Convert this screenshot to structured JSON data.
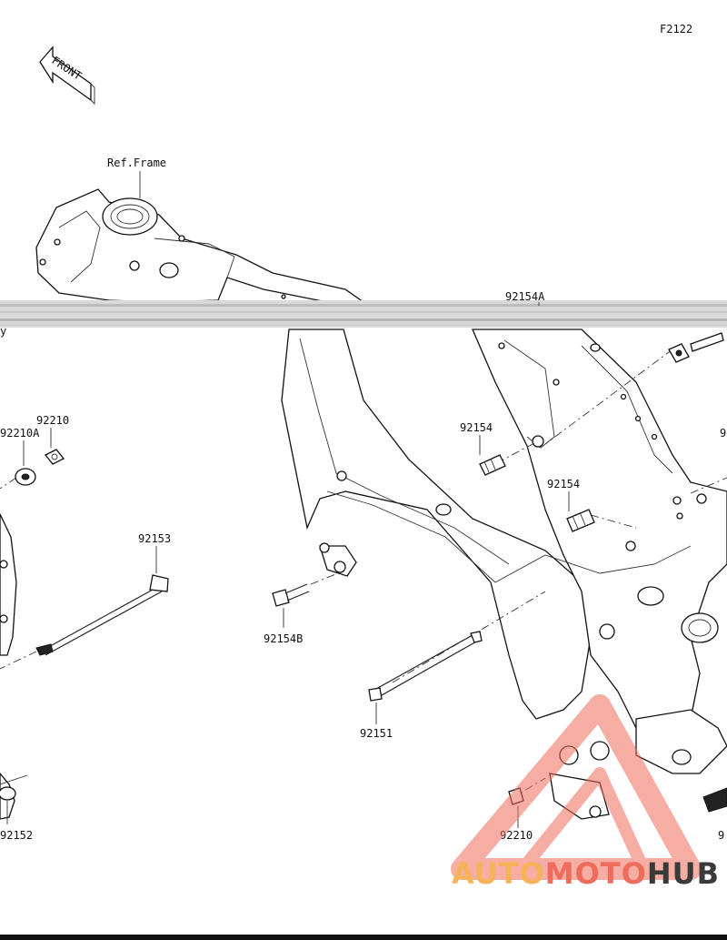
{
  "diagram": {
    "code": "F2122",
    "front_label": "FRONT",
    "ref_label": "Ref.Frame",
    "labels": {
      "p92154A": "92154A",
      "p92154_1": "92154",
      "p92154_2": "92154",
      "p92154B": "92154B",
      "p92210": "92210",
      "p92210A": "92210A",
      "p92210_bottom": "92210",
      "p92153": "92153",
      "p92151": "92151",
      "p92152": "92152",
      "edge_top_right": "9",
      "edge_bottom_right": "9",
      "edge_left": "y"
    }
  },
  "watermark": {
    "part1": "AUTO",
    "part2": "MOTO",
    "part3": "HUB",
    "colors": {
      "auto": "#f6b35a",
      "moto": "#ef6b5b",
      "hub": "#3a3a3a",
      "triangle": "#ef6b5b"
    }
  }
}
